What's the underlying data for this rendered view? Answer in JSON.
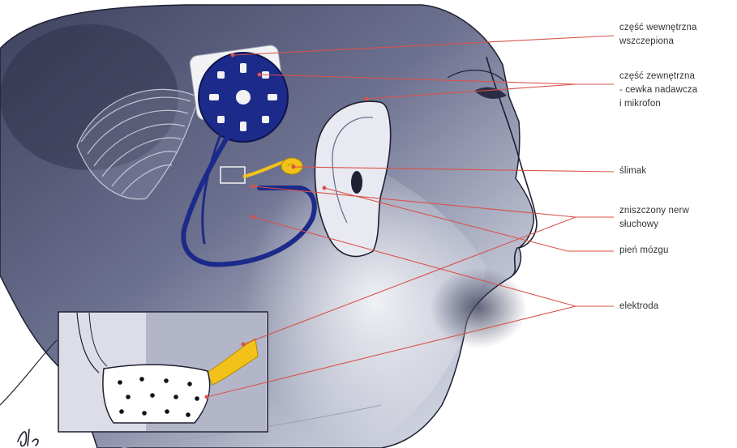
{
  "labels": {
    "inner_part": {
      "line1": "część wewnętrzna",
      "line2": "wszczepiona"
    },
    "outer_part": {
      "line1": "część zewnętrzna",
      "line2": "- cewka nadawcza",
      "line3": "i mikrofon"
    },
    "cochlea": "ślimak",
    "damaged_nerve": {
      "line1": "zniszczony nerw",
      "line2": "słuchowy"
    },
    "brainstem": "pień mózgu",
    "electrode": "elektroda"
  },
  "colors": {
    "leader_line": "#d8524a",
    "implant": "#1c2a8a",
    "nerve": "#f2c21a",
    "skin_shade": "#4a4f6e",
    "label_text": "#333333"
  }
}
